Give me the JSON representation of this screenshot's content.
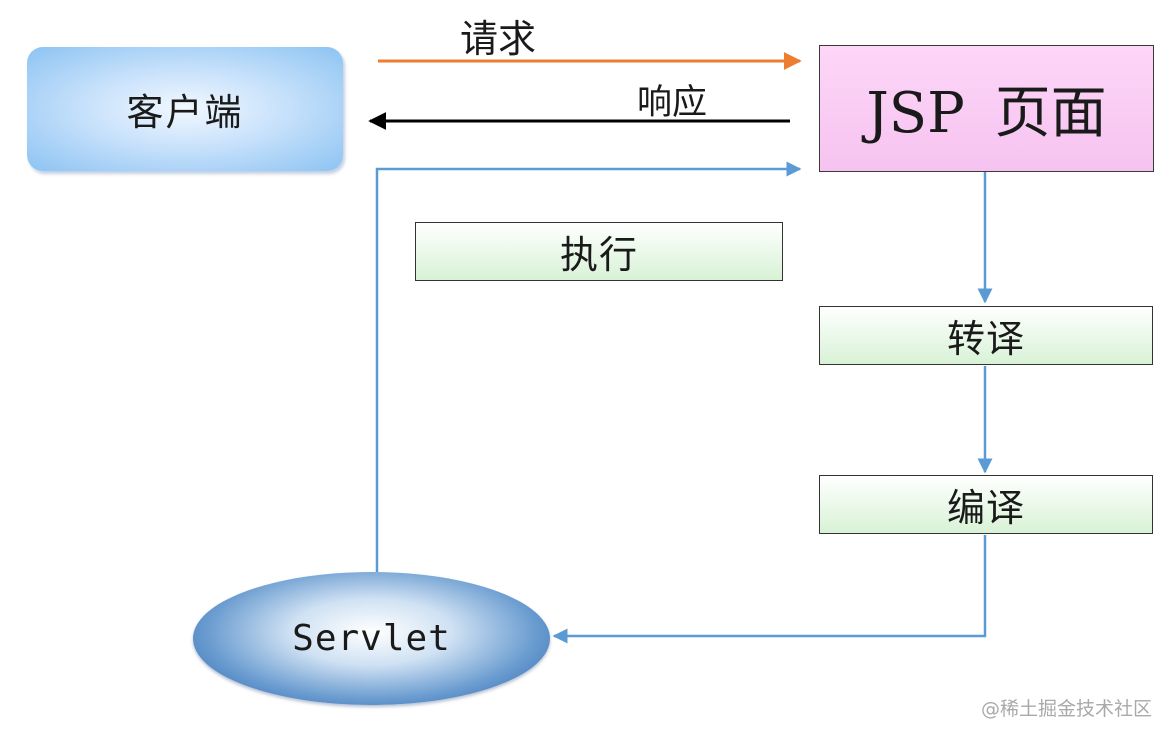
{
  "nodes": {
    "client": "客户端",
    "jsp": "JSP 页面",
    "execute": "执行",
    "translate": "转译",
    "compile": "编译",
    "servlet": "Servlet"
  },
  "edges": {
    "request": "请求",
    "response": "响应"
  },
  "colors": {
    "request_arrow": "#ed7d31",
    "response_arrow": "#000000",
    "flow_arrow": "#5b9bd5",
    "jsp_fill": "#f8c8f3",
    "step_fill": "#dff5dd",
    "client_fill": "#a9d3f7",
    "servlet_fill": "#2e6db4"
  },
  "watermark": "@稀土掘金技术社区"
}
